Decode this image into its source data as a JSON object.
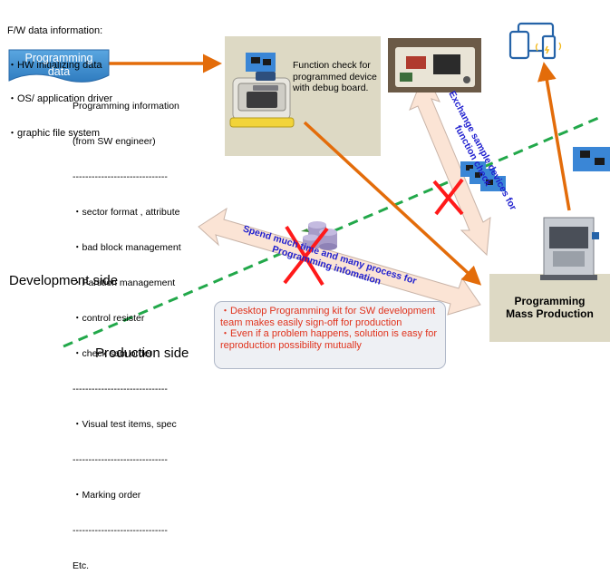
{
  "fw_info": {
    "title": "F/W data information:",
    "items": [
      "・HW initializing data",
      "・OS/ application driver",
      "・graphic file system"
    ]
  },
  "programming_data": {
    "line1": "Programming",
    "line2": "data"
  },
  "programming_info": {
    "title": "Programming information",
    "subtitle": "(from SW engineer)",
    "separator": "------------------------------",
    "group1": [
      "・sector format , attribute",
      "・bad block management",
      "・Partition management",
      "・control resister",
      "・check sam order"
    ],
    "group2": [
      "・Visual test items, spec"
    ],
    "group3": [
      "・Marking order"
    ],
    "etc": "Etc."
  },
  "function_check": {
    "text": "Function check for programmed device with debug board."
  },
  "exchange_arrow": {
    "text": "Exchange sample devices for function check"
  },
  "spend_arrow": {
    "text": "Spend much time and many process for Programming infomation"
  },
  "mass_production": {
    "line1": "Programming",
    "line2": "Mass Production"
  },
  "sides": {
    "development": "Development side",
    "production": "Production side"
  },
  "callout": {
    "line1": "・Desktop Programming kit for SW development team makes easily sign-off for production",
    "line2": "・Even if a problem happens, solution is easy for reproduction possibility mutually"
  },
  "colors": {
    "orange": "#e36c0a",
    "green_dash": "#22a84a",
    "red_cross": "#ff1a1a",
    "box_bg": "#ddd9c4",
    "doc_blue": "#3f8fd0",
    "arrow_fill": "#fbe4d5",
    "arrow_text": "#1f1fcf"
  }
}
